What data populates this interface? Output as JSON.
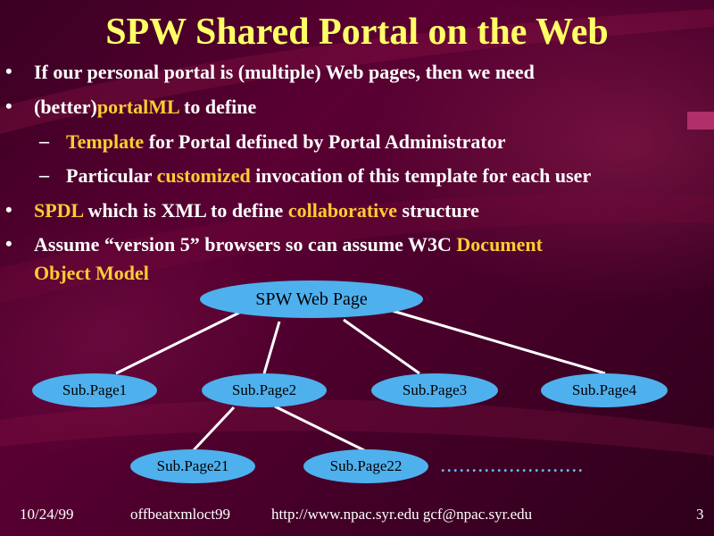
{
  "title": "SPW Shared Portal on the Web",
  "bullets": [
    {
      "parts": [
        {
          "t": "If our personal portal is (multiple) Web pages, then we need",
          "hl": false
        }
      ]
    },
    {
      "parts": [
        {
          "t": "(better)",
          "hl": false
        },
        {
          "t": "portalML",
          "hl": true
        },
        {
          "t": " to define",
          "hl": false
        }
      ]
    },
    {
      "parts": [
        {
          "t": "Template",
          "hl": true
        },
        {
          "t": " for Portal defined by Portal Administrator",
          "hl": false
        }
      ]
    },
    {
      "parts": [
        {
          "t": "Particular ",
          "hl": false
        },
        {
          "t": "customized",
          "hl": true
        },
        {
          "t": " invocation of this template for each user",
          "hl": false
        }
      ]
    },
    {
      "parts": [
        {
          "t": "SPDL",
          "hl": true
        },
        {
          "t": " which is XML to define ",
          "hl": false
        },
        {
          "t": "collaborative",
          "hl": true
        },
        {
          "t": " structure",
          "hl": false
        }
      ]
    },
    {
      "parts": [
        {
          "t": "Assume “version 5” browsers so can assume W3C ",
          "hl": false
        },
        {
          "t": "Document",
          "hl": true
        }
      ]
    },
    {
      "parts": [
        {
          "t": "Object Model",
          "hl": true
        }
      ]
    }
  ],
  "diagram": {
    "root": "SPW Web Page",
    "level1": [
      "Sub.Page1",
      "Sub.Page2",
      "Sub.Page3",
      "Sub.Page4"
    ],
    "level2": [
      "Sub.Page21",
      "Sub.Page22"
    ],
    "ellipsis": ". . . . . . . . . . . . . . . . . . . . . . ."
  },
  "footer": {
    "date": "10/24/99",
    "file": "offbeatxmloct99",
    "links": "http://www.npac.syr.edu gcf@npac.syr.edu",
    "page": "3"
  },
  "colors": {
    "title": "#ffff66",
    "highlight": "#ffcc33",
    "node": "#4fb0ee",
    "text": "#ffffff"
  }
}
